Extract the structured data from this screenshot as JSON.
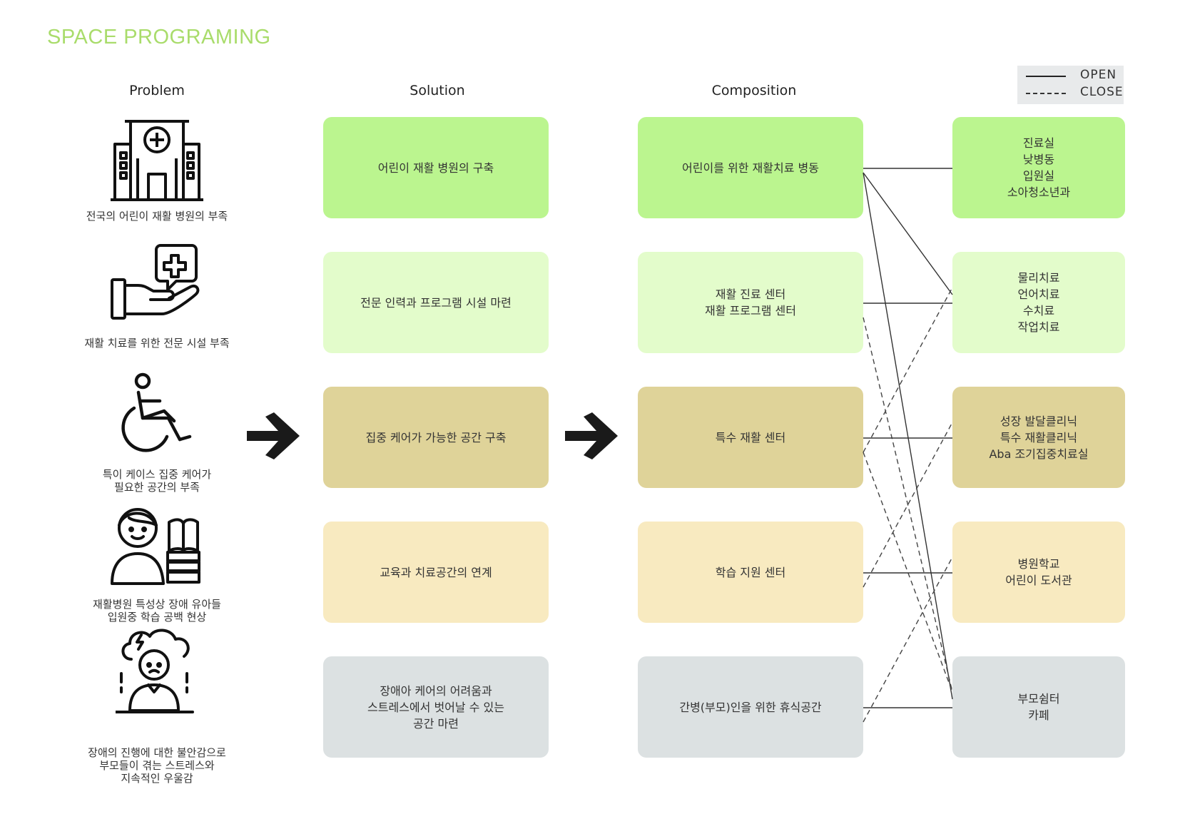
{
  "title": "SPACE PROGRAMING",
  "headers": {
    "problem": "Problem",
    "solution": "Solution",
    "composition": "Composition"
  },
  "legend": {
    "open": "OPEN",
    "close": "CLOSE"
  },
  "problems": [
    {
      "icon": "hospital-icon",
      "caption": "전국의 어린이 재활 병원의 부족"
    },
    {
      "icon": "care-hand-icon",
      "caption": "재활 치료를 위한 전문 시설 부족"
    },
    {
      "icon": "wheelchair-icon",
      "caption": "특이 케이스 집중 케어가\n필요한 공간의 부족"
    },
    {
      "icon": "child-books-icon",
      "caption": "재활병원 특성상 장애 유아들\n입원중 학습 공백 현상"
    },
    {
      "icon": "stressed-person-icon",
      "caption": "장애의 진행에 대한 불안감으로\n부모들이 겪는 스트레스와\n지속적인 우울감"
    }
  ],
  "solutions": [
    "어린이 재활 병원의 구축",
    "전문 인력과 프로그램 시설 마련",
    "집중 케어가 가능한 공간 구축",
    "교육과 치료공간의 연계",
    "장애아 케어의 어려움과\n스트레스에서 벗어날 수 있는\n공간 마련"
  ],
  "compositions": [
    "어린이를 위한 재활치료 병동",
    "재활 진료 센터\n재활 프로그램 센터",
    "특수 재활 센터",
    "학습 지원 센터",
    "간병(부모)인을 위한 휴식공간"
  ],
  "spaces": [
    "진료실\n낮병동\n입원실\n소아청소년과",
    "물리치료\n언어치료\n수치료\n작업치료",
    "성장 발달클리닉\n특수 재활클리닉\nAba 조기집중치료실",
    "병원학교\n어린이 도서관",
    "부모쉼터\n카페"
  ],
  "colors": {
    "title": "#a9dc6b",
    "row1": "#bbf58f",
    "row2": "#e3fccb",
    "row3": "#dfd399",
    "row4": "#f8eac0",
    "row5": "#dce1e2"
  },
  "connections": [
    {
      "from": 1,
      "to": 1,
      "type": "open"
    },
    {
      "from": 1,
      "to": 2,
      "type": "open"
    },
    {
      "from": 1,
      "to": 5,
      "type": "open"
    },
    {
      "from": 2,
      "to": 2,
      "type": "open"
    },
    {
      "from": 2,
      "to": 5,
      "type": "close"
    },
    {
      "from": 3,
      "to": 3,
      "type": "open"
    },
    {
      "from": 3,
      "to": 2,
      "type": "close"
    },
    {
      "from": 3,
      "to": 5,
      "type": "close"
    },
    {
      "from": 4,
      "to": 4,
      "type": "open"
    },
    {
      "from": 4,
      "to": 3,
      "type": "close"
    },
    {
      "from": 5,
      "to": 5,
      "type": "open"
    },
    {
      "from": 5,
      "to": 4,
      "type": "close"
    }
  ]
}
